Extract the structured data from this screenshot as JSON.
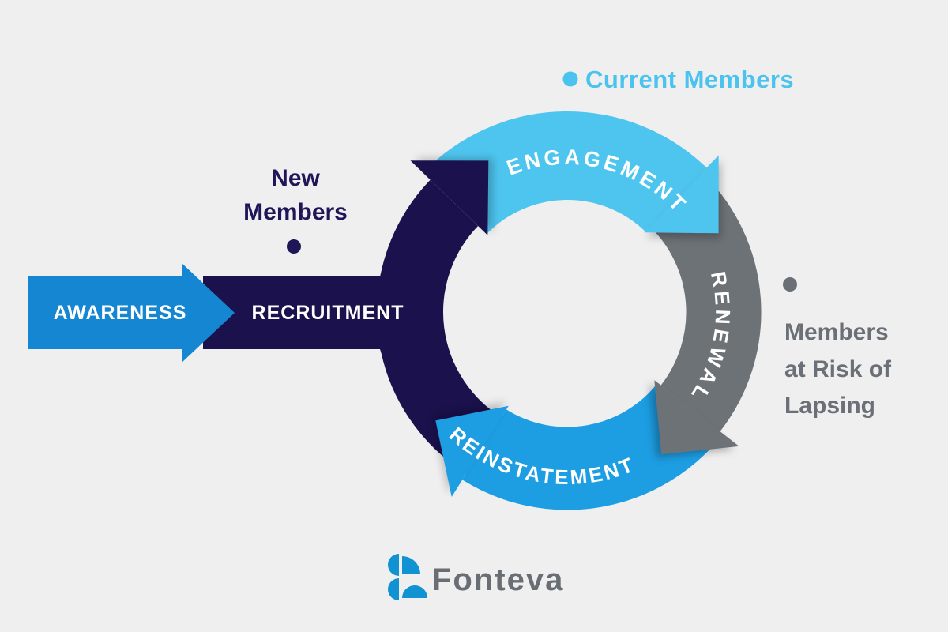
{
  "background": "#efeff0",
  "palette": {
    "awareness_blue": "#1486d2",
    "recruitment_navy": "#1b114d",
    "engagement_light_blue": "#4ec5ef",
    "renewal_gray": "#6d7277",
    "reinstatement_blue": "#1d9de2",
    "legend_navy_text": "#1f1658",
    "legend_light_blue_text": "#4cc3ee",
    "legend_gray_text": "#6b7077",
    "logo_blue": "#1193d3",
    "wordmark_gray": "#686e74"
  },
  "funnel": {
    "awareness_label": "AWARENESS",
    "recruitment_label": "RECRUITMENT"
  },
  "cycle": {
    "engagement_label": "ENGAGEMENT",
    "renewal_label": "RENEWAL",
    "reinstatement_label": "REINSTATEMENT"
  },
  "legend": {
    "new_members": {
      "line1": "New",
      "line2": "Members"
    },
    "current_members": {
      "label": "Current Members"
    },
    "members_at_risk": {
      "line1": "Members",
      "line2": "at Risk of",
      "line3": "Lapsing"
    }
  },
  "brand": {
    "wordmark": "Fonteva"
  }
}
